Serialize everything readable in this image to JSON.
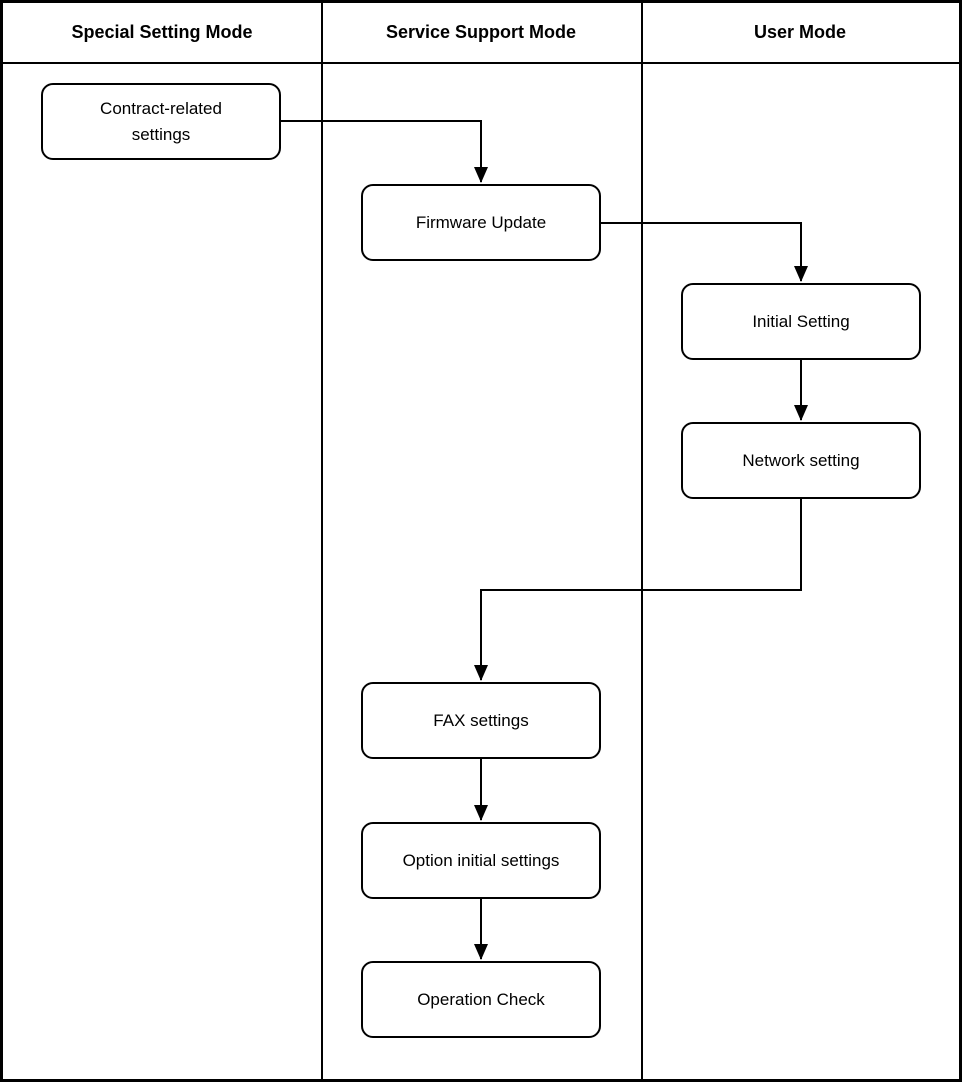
{
  "diagram": {
    "type": "flowchart",
    "columns": [
      {
        "label": "Special Setting Mode"
      },
      {
        "label": "Service Support Mode"
      },
      {
        "label": "User Mode"
      }
    ],
    "nodes": [
      {
        "id": "contract",
        "label": "Contract-related\nsettings",
        "column": "Special Setting Mode"
      },
      {
        "id": "firmware",
        "label": "Firmware Update",
        "column": "Service Support Mode"
      },
      {
        "id": "initial",
        "label": "Initial Setting",
        "column": "User Mode"
      },
      {
        "id": "network",
        "label": "Network setting",
        "column": "User Mode"
      },
      {
        "id": "fax",
        "label": "FAX settings",
        "column": "Service Support Mode"
      },
      {
        "id": "option",
        "label": "Option initial settings",
        "column": "Service Support Mode"
      },
      {
        "id": "operation",
        "label": "Operation Check",
        "column": "Service Support Mode"
      }
    ],
    "edges": [
      {
        "from": "contract",
        "to": "firmware"
      },
      {
        "from": "firmware",
        "to": "initial"
      },
      {
        "from": "initial",
        "to": "network"
      },
      {
        "from": "network",
        "to": "fax"
      },
      {
        "from": "fax",
        "to": "option"
      },
      {
        "from": "option",
        "to": "operation"
      }
    ],
    "colors": {
      "line": "#000000",
      "text": "#000000",
      "background": "#ffffff"
    }
  }
}
